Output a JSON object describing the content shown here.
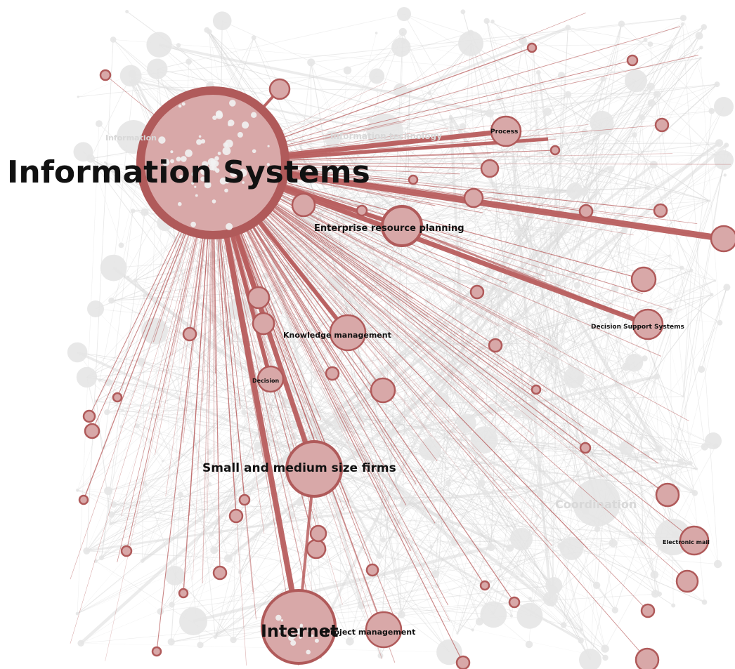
{
  "colors": {
    "background": "#ffffff",
    "highlight_node_fill": "#d8a8a8",
    "highlight_node_stroke": "#b05a5a",
    "highlight_edge": "#b85e5e",
    "background_node": "#e6e6e6",
    "background_edge": "#d2d2d2",
    "label": "#111111",
    "faded_label": "#d8d8d8"
  },
  "labels": {
    "main": "Information Systems",
    "process": "Process",
    "erp": "Enterprise resource planning",
    "dss": "Decision Support Systems",
    "km": "Knowledge management",
    "decision": "Decision",
    "smes": "Small and medium size firms",
    "internet": "Internet",
    "project": "Project management",
    "email": "Electronic mail"
  },
  "faded_labels": {
    "info_left": "Information",
    "info_tech": "Information technology",
    "coordination": "Coordination"
  }
}
